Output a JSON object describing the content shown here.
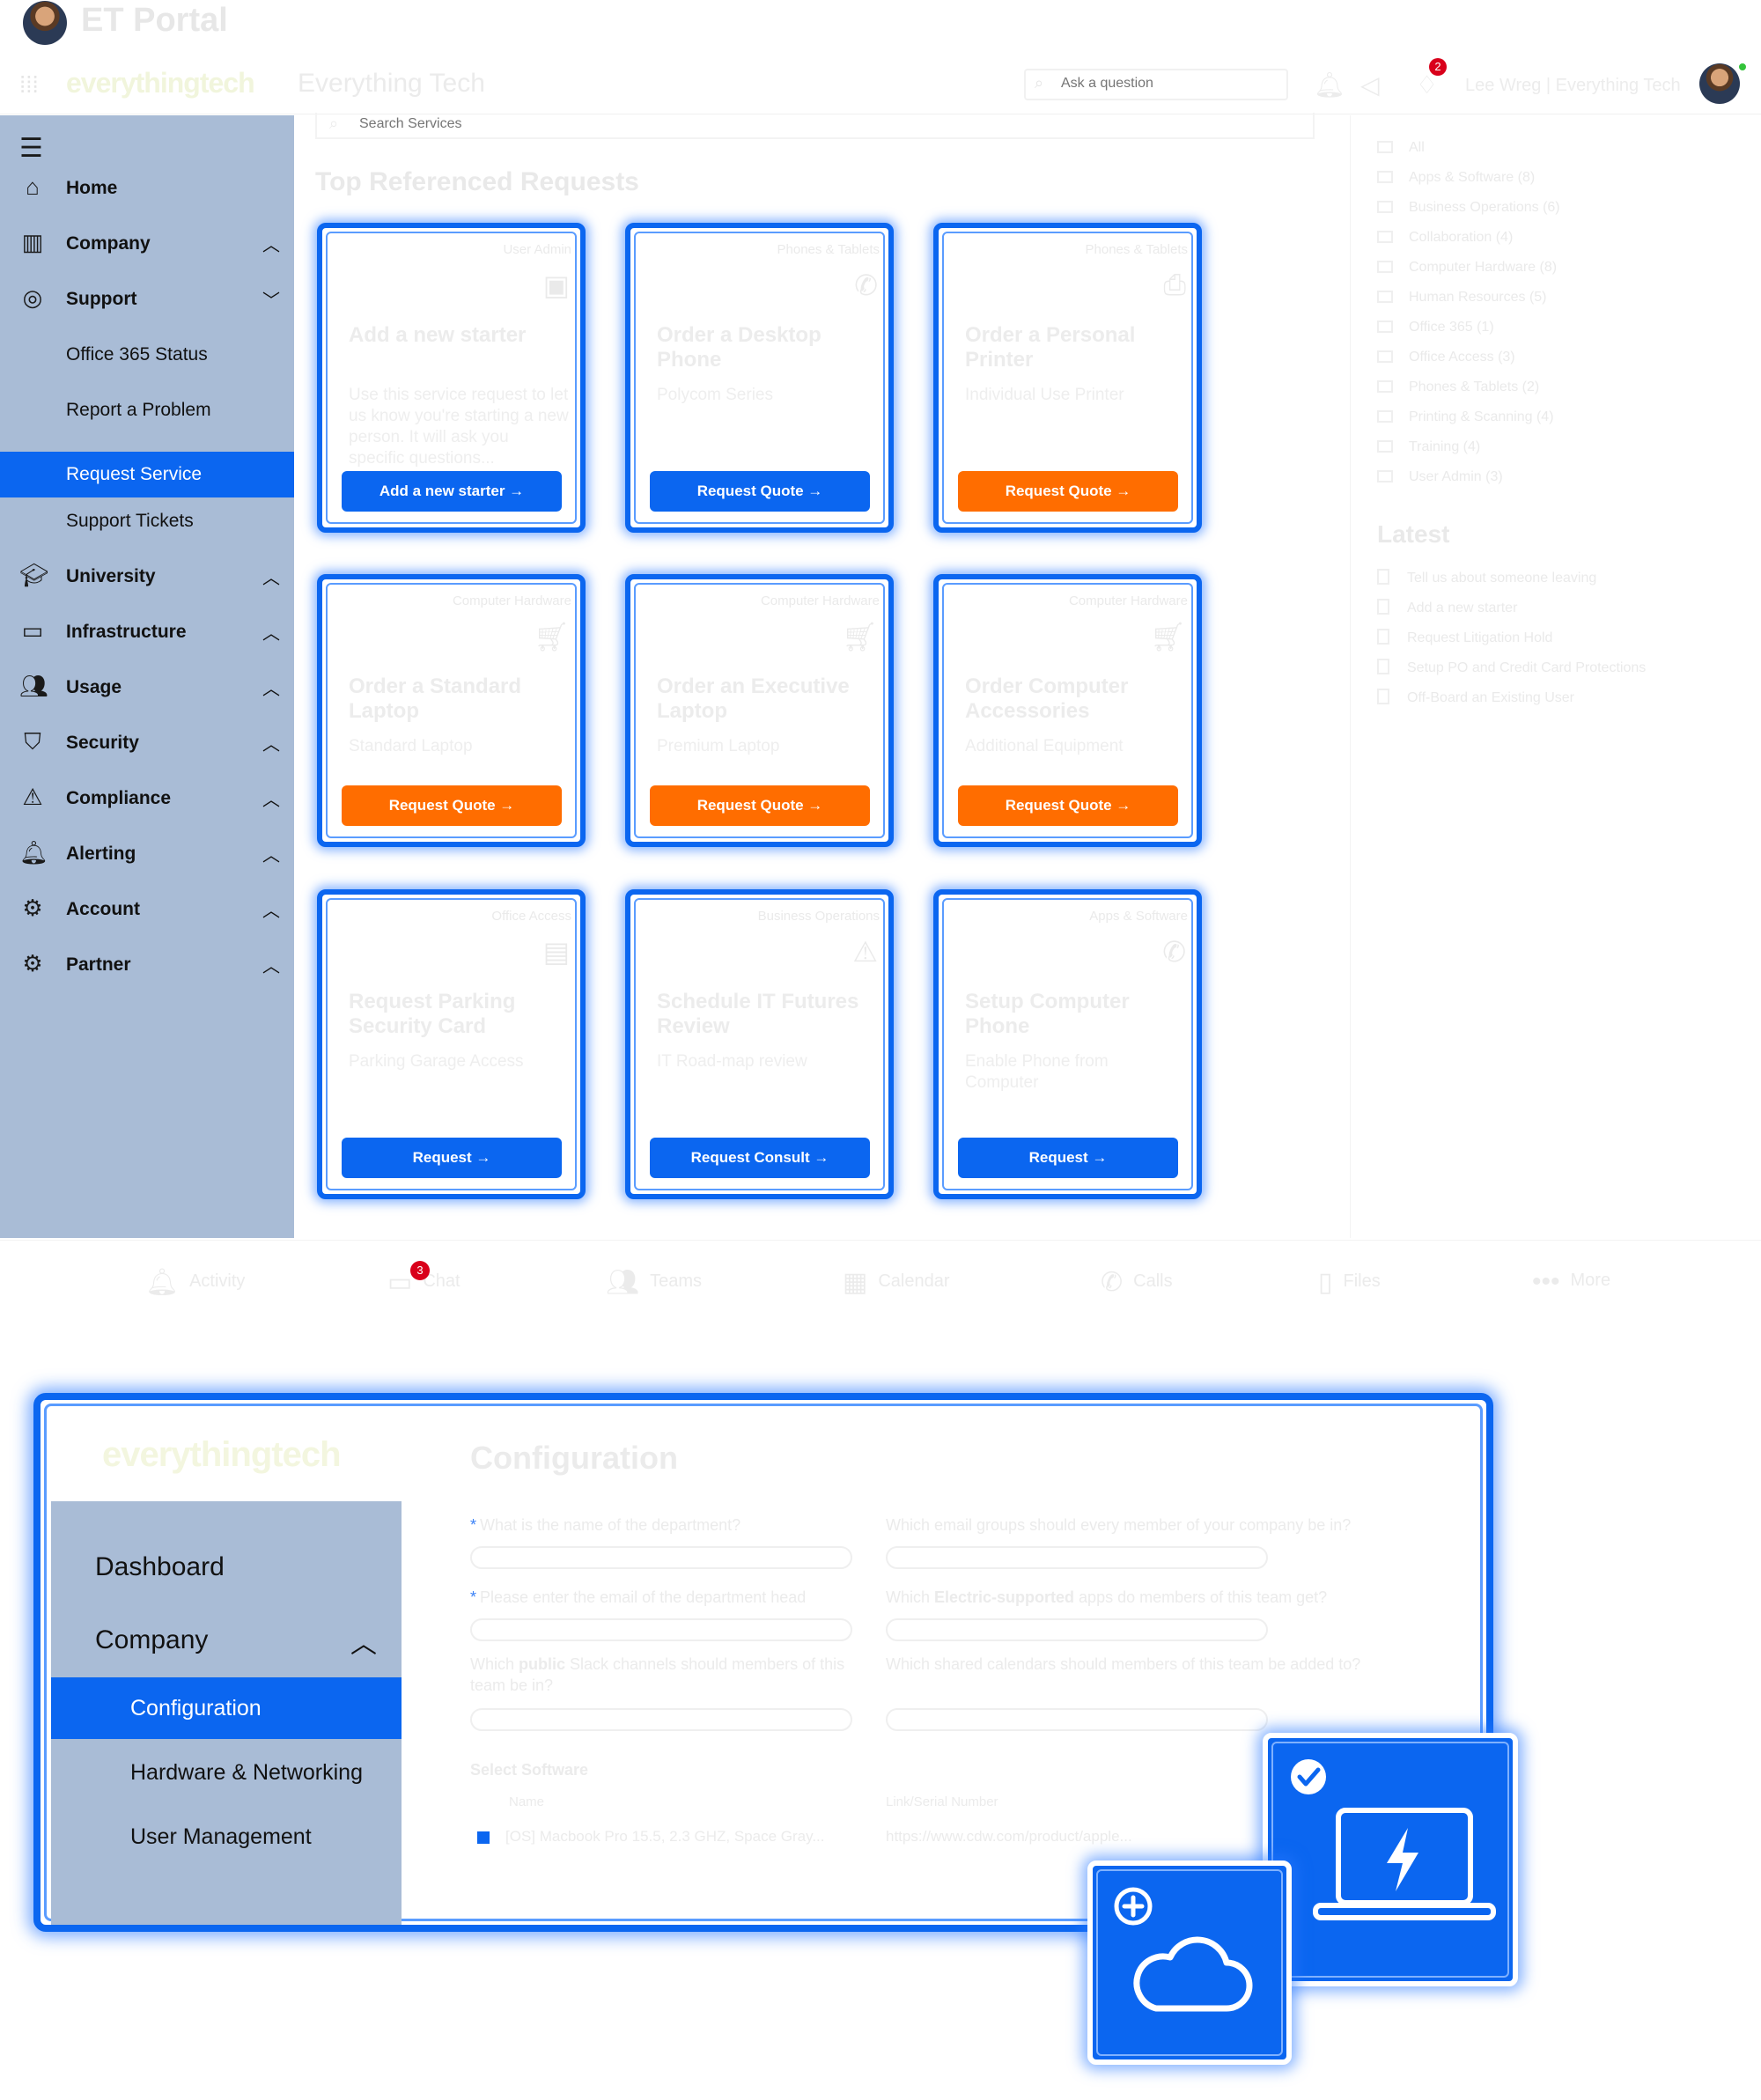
{
  "window": {
    "title": "ET Portal"
  },
  "appbar": {
    "brand": "everythingtech",
    "workspace": "Everything Tech",
    "ask_placeholder": "Ask a question",
    "notification_count": "2",
    "user_label": "Lee Wreg | Everything Tech"
  },
  "sidebar": {
    "items": [
      {
        "label": "Home",
        "icon": "home-icon"
      },
      {
        "label": "Company",
        "icon": "building-icon"
      },
      {
        "label": "Support",
        "icon": "lifebuoy-icon"
      },
      {
        "label": "Office 365 Status"
      },
      {
        "label": "Report a Problem"
      },
      {
        "label": "Request Service"
      },
      {
        "label": "Support Tickets"
      },
      {
        "label": "University",
        "icon": "graduation-cap-icon"
      },
      {
        "label": "Infrastructure",
        "icon": "monitor-icon"
      },
      {
        "label": "Usage",
        "icon": "users-icon"
      },
      {
        "label": "Security",
        "icon": "shield-icon"
      },
      {
        "label": "Compliance",
        "icon": "warning-icon"
      },
      {
        "label": "Alerting",
        "icon": "bell-icon"
      },
      {
        "label": "Account",
        "icon": "gear-icon"
      },
      {
        "label": "Partner",
        "icon": "gears-icon"
      }
    ]
  },
  "main": {
    "search_placeholder": "Search Services",
    "section_title": "Top Referenced Requests",
    "cards": [
      {
        "category": "User Admin",
        "title": "Add a new starter",
        "desc": "Use this service request to let us know you're starting a new person. It will ask you specific questions...",
        "button": "Add a new starter →",
        "color": "blue"
      },
      {
        "category": "Phones & Tablets",
        "title": "Order a Desktop Phone",
        "desc": "Polycom Series",
        "button": "Request Quote →",
        "color": "blue"
      },
      {
        "category": "Phones & Tablets",
        "title": "Order a Personal Printer",
        "desc": "Individual Use Printer",
        "button": "Request Quote →",
        "color": "orange"
      },
      {
        "category": "Computer Hardware",
        "title": "Order a Standard Laptop",
        "desc": "Standard Laptop",
        "button": "Request Quote →",
        "color": "orange"
      },
      {
        "category": "Computer Hardware",
        "title": "Order an Executive Laptop",
        "desc": "Premium Laptop",
        "button": "Request Quote →",
        "color": "orange"
      },
      {
        "category": "Computer Hardware",
        "title": "Order Computer Accessories",
        "desc": "Additional Equipment",
        "button": "Request Quote →",
        "color": "orange"
      },
      {
        "category": "Office Access",
        "title": "Request Parking Security Card",
        "desc": "Parking Garage Access",
        "button": "Request →",
        "color": "blue"
      },
      {
        "category": "Business Operations",
        "title": "Schedule IT Futures Review",
        "desc": "IT Road-map review",
        "button": "Request Consult →",
        "color": "blue"
      },
      {
        "category": "Apps & Software",
        "title": "Setup Computer Phone",
        "desc": "Enable Phone from Computer",
        "button": "Request →",
        "color": "blue"
      }
    ]
  },
  "filters": {
    "items": [
      "All",
      "Apps & Software (8)",
      "Business Operations (6)",
      "Collaboration (4)",
      "Computer Hardware (8)",
      "Human Resources (5)",
      "Office 365 (1)",
      "Office Access (3)",
      "Phones & Tablets (2)",
      "Printing & Scanning (4)",
      "Training (4)",
      "User Admin (3)"
    ],
    "latest_title": "Latest",
    "latest": [
      "Tell us about someone leaving",
      "Add a new starter",
      "Request Litigation Hold",
      "Setup PO and Credit Card Protections",
      "Off-Board an Existing User"
    ]
  },
  "tabs": [
    {
      "label": "Activity",
      "icon": "bell-icon"
    },
    {
      "label": "Chat",
      "icon": "chat-icon",
      "badge": "3"
    },
    {
      "label": "Teams",
      "icon": "teams-icon"
    },
    {
      "label": "Calendar",
      "icon": "calendar-icon"
    },
    {
      "label": "Calls",
      "icon": "phone-icon"
    },
    {
      "label": "Files",
      "icon": "file-icon"
    },
    {
      "label": "More",
      "icon": "more-icon"
    }
  ],
  "config": {
    "brand": "everythingtech",
    "title": "Configuration",
    "nav": [
      {
        "label": "Dashboard"
      },
      {
        "label": "Company"
      },
      {
        "label": "Configuration"
      },
      {
        "label": "Hardware & Networking"
      },
      {
        "label": "User Management"
      }
    ],
    "questions": {
      "q1": "What is the name of the department?",
      "q2": "Which email groups should every member of your company be in?",
      "q3": "Please enter the email of the department head",
      "q4_pre": "Which ",
      "q4_bold": "Electric-supported",
      "q4_post": " apps do members of this team get?",
      "q5_pre": "Which ",
      "q5_bold": "public",
      "q5_post": " Slack channels should members of this team be in?",
      "q6": "Which shared calendars should members of this team be added to?"
    },
    "software": {
      "title": "Select Software",
      "col_name": "Name",
      "col_link": "Link/Serial Number",
      "row_name": "[OS] Macbook Pro 15.5, 2.3 GHZ, Space Gray...",
      "row_link": "https://www.cdw.com/product/apple..."
    }
  },
  "colors": {
    "accent": "#0b66f0",
    "orange": "#ff6d00",
    "sidebar": "#a9bcd6"
  }
}
